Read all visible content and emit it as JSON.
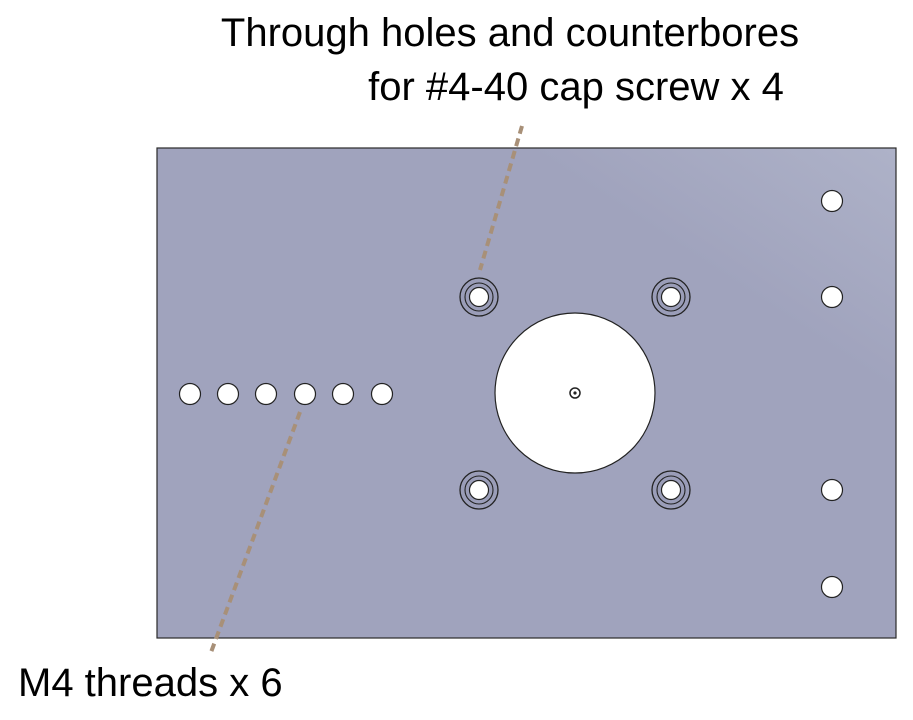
{
  "annotations": {
    "counterbore_label_line1": "Through holes and counterbores",
    "counterbore_label_line2": "for #4-40 cap screw x 4",
    "thread_label": "M4 threads x 6"
  },
  "colors": {
    "plate_fill_main": "#a0a3bd",
    "plate_fill_highlight": "#aeb2c8",
    "plate_outline": "#2a2a2a",
    "hole_fill": "#ffffff",
    "hole_outline": "#222222",
    "counterbore_fill": "#9a9db8",
    "leader_line": "#a89078"
  }
}
